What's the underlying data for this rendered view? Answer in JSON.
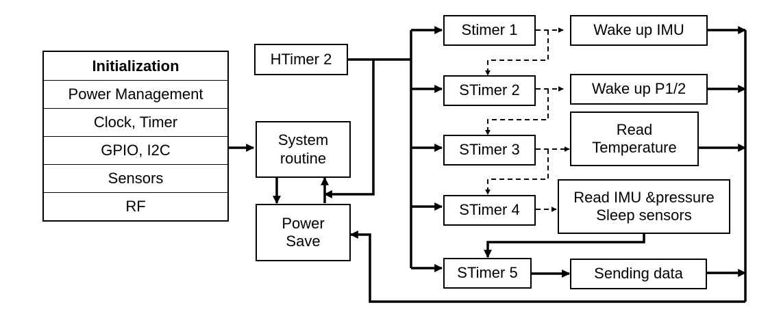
{
  "initialization": {
    "title": "Initialization",
    "items": [
      "Power Management",
      "Clock, Timer",
      "GPIO, I2C",
      "Sensors",
      "RF"
    ]
  },
  "nodes": {
    "htimer2": "HTimer 2",
    "system_routine": [
      "System",
      "routine"
    ],
    "power_save": [
      "Power",
      "Save"
    ],
    "stimer1": "Stimer 1",
    "stimer2": "STimer 2",
    "stimer3": "STimer 3",
    "stimer4": "STimer 4",
    "stimer5": "STimer 5",
    "wake_imu": "Wake up IMU",
    "wake_p12": "Wake up P1/2",
    "read_temp": [
      "Read",
      "Temperature"
    ],
    "read_imu": [
      "Read IMU &pressure",
      "Sleep sensors"
    ],
    "sending": "Sending data"
  }
}
